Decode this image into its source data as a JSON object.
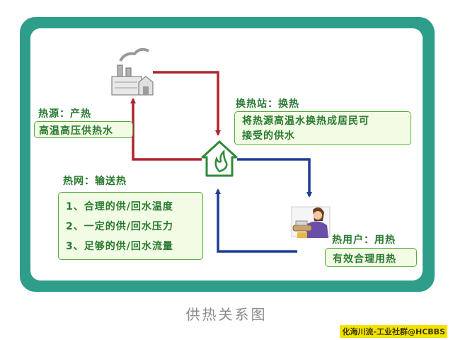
{
  "source": {
    "title": "热源：产热",
    "desc": "高温高压供热水"
  },
  "station": {
    "title": "换热站：换热",
    "lines": [
      "将热源高温水换热成居民可",
      "接受的供水"
    ]
  },
  "network": {
    "title": "热网：输送热",
    "items": [
      "1、合理的供/回水温度",
      "2、一定的供/回水压力",
      "3、足够的供/回水流量"
    ]
  },
  "user": {
    "title": "热用户：用热",
    "desc": "有效合理用热"
  },
  "caption": "供热关系图",
  "watermark": "化海川流-工业社群@HCBBS",
  "colors": {
    "frame": "#2e9e8a",
    "supply_arrow": "#b0242e",
    "return_arrow": "#1d3f93",
    "text_green": "#2a7a32",
    "box_fill": "#f2fbe4",
    "box_border": "#5aab3c"
  },
  "icons": [
    "factory-icon",
    "house-flame-icon",
    "person-cooking-icon"
  ]
}
